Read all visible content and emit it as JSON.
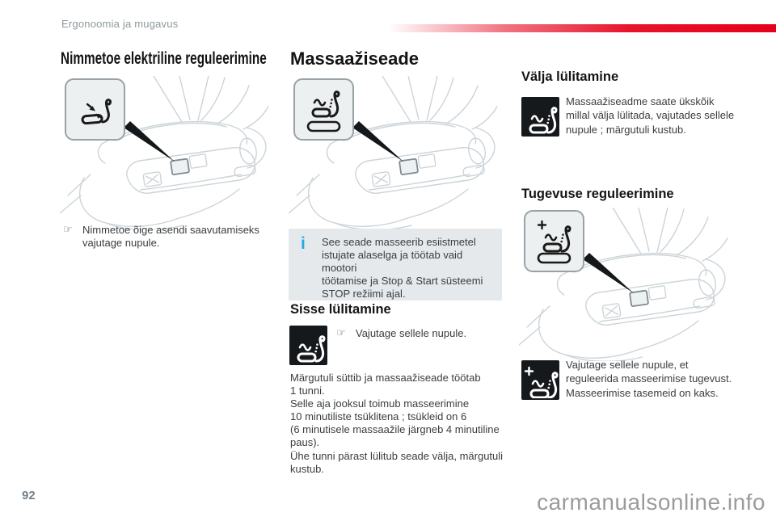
{
  "page": {
    "running_header": "Ergonoomia ja mugavus",
    "page_number": "92",
    "watermark": "carmanualsonline.info"
  },
  "colors": {
    "accent_red": "#e50019",
    "info_blue": "#21aae4",
    "icon_black": "#16191c"
  },
  "icons": {
    "pointer_hand": "☞",
    "info_i": "i"
  },
  "lumbar": {
    "title": "Nimmetoe elektriline reguleerimine",
    "note": "Nimmetoe õige asendi saavutamiseks\nvajutage nupule."
  },
  "massage": {
    "title": "Massaažiseade",
    "info": "See seade masseerib esiistmetel\nistujate alaselga ja töötab vaid mootori\ntöötamise ja Stop & Start süsteemi\nSTOP režiimi ajal.",
    "on_subtitle": "Sisse lülitamine",
    "on_note": "Vajutage sellele nupule.",
    "on_body": "Märgutuli süttib ja massaažiseade töötab\n1 tunni.\nSelle aja jooksul toimub masseerimine\n10 minutiliste tsüklitena ; tsükleid on 6\n(6 minutisele massaažile järgneb 4 minutiline\npaus).\nÜhe tunni pärast lülitub seade välja, märgutuli\nkustub.",
    "off_subtitle": "Välja lülitamine",
    "off_body": "Massaažiseadme saate ükskõik\nmillal välja lülitada, vajutades sellele\nnupule ; märgutuli kustub.",
    "intensity_subtitle": "Tugevuse reguleerimine",
    "intensity_body": "Vajutage sellele nupule, et\nreguleerida masseerimise tugevust.\nMasseerimise tasemeid on kaks."
  }
}
